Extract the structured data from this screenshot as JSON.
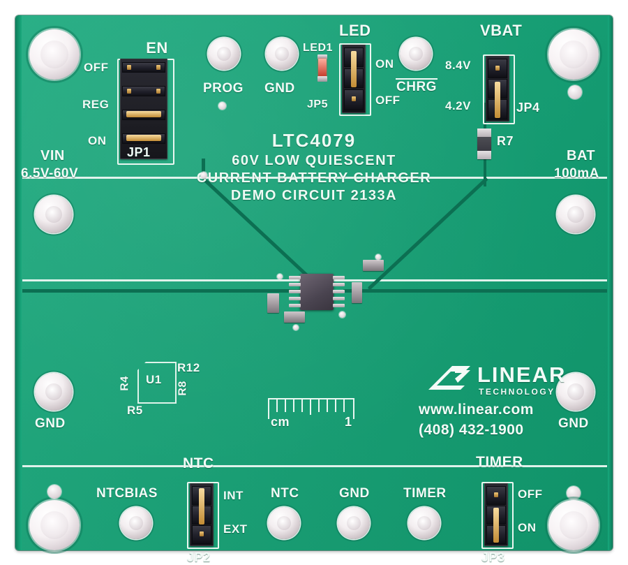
{
  "board": {
    "color_pcb": "#14a175",
    "color_silk": "#f2fbf7",
    "title_lines": [
      "LTC4079",
      "60V LOW QUIESCENT",
      "CURRENT BATTERY CHARGER",
      "DEMO CIRCUIT 2133A"
    ]
  },
  "labels": {
    "en": "EN",
    "en_off": "OFF",
    "en_reg": "REG",
    "en_on": "ON",
    "jp1": "JP1",
    "vin": "VIN",
    "vin_range": "6.5V-60V",
    "prog": "PROG",
    "gnd_top": "GND",
    "led": "LED",
    "led1": "LED1",
    "jp5": "JP5",
    "led_on": "ON",
    "led_off": "OFF",
    "chrg": "CHRG",
    "vbat": "VBAT",
    "vbat_hi": "8.4V",
    "vbat_lo": "4.2V",
    "jp4": "JP4",
    "r7": "R7",
    "bat": "BAT",
    "bat_current": "100mA",
    "gnd_left": "GND",
    "gnd_right": "GND",
    "u1": "U1",
    "r4": "R4",
    "r5": "R5",
    "r12": "R12",
    "r8": "R8",
    "ruler_unit": "cm",
    "ruler_one": "1",
    "ntcbias": "NTCBIAS",
    "ntc_header": "NTC",
    "ntc_int": "INT",
    "ntc_ext": "EXT",
    "jp2": "JP2",
    "ntc_tp": "NTC",
    "gnd_bottom": "GND",
    "timer_tp": "TIMER",
    "timer_header": "TIMER",
    "timer_off": "OFF",
    "timer_on": "ON",
    "jp3": "JP3"
  },
  "brand": {
    "name": "LINEAR",
    "sub": "TECHNOLOGY",
    "website": "www.linear.com",
    "phone": "(408) 432-1900"
  },
  "icons": {
    "lt_logo": "linear-technology-logo",
    "led_indicator": "red-led-icon",
    "ruler": "ruler-icon"
  }
}
